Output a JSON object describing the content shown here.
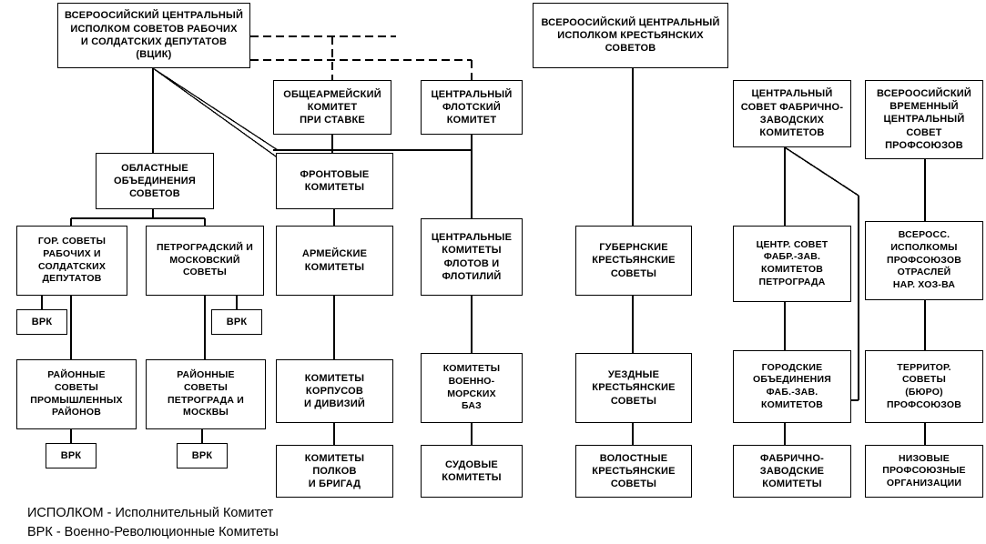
{
  "diagram": {
    "title_implicit": "Структура Советов и комитетов",
    "legend": {
      "line1": "ИСПОЛКОМ - Исполнительный Комитет",
      "line2": "ВРК - Военно-Революционные Комитеты"
    },
    "colors": {
      "background": "#ffffff",
      "box_border": "#000000",
      "connector": "#000000",
      "text": "#000000"
    },
    "nodes": [
      {
        "id": "vcik",
        "label": "ВСЕРООСИЙСКИЙ ЦЕНТРАЛЬНЫЙ\nИСПОЛКОМ СОВЕТОВ РАБОЧИХ\nИ СОЛДАТСКИХ ДЕПУТАТОВ\n(ВЦИК)"
      },
      {
        "id": "vcik-krest",
        "label": "ВСЕРООСИЙСКИЙ ЦЕНТРАЛЬНЫЙ\nИСПОЛКОМ КРЕСТЬЯНСКИХ\nСОВЕТОВ"
      },
      {
        "id": "obshchearm",
        "label": "ОБЩЕАРМЕЙСКИЙ\nКОМИТЕТ\nПРИ СТАВКЕ"
      },
      {
        "id": "centr-flot",
        "label": "ЦЕНТРАЛЬНЫЙ\nФЛОТСКИЙ\nКОМИТЕТ"
      },
      {
        "id": "centr-sovet-fzk",
        "label": "ЦЕНТРАЛЬНЫЙ\nСОВЕТ ФАБРИЧНО-\nЗАВОДСКИХ\nКОМИТЕТОВ"
      },
      {
        "id": "vremen-profsoyuz",
        "label": "ВСЕРООСИЙСКИЙ\nВРЕМЕННЫЙ\nЦЕНТРАЛЬНЫЙ\nСОВЕТ\nПРОФСОЮЗОВ"
      },
      {
        "id": "oblastnye",
        "label": "ОБЛАСТНЫЕ\nОБЪЕДИНЕНИЯ\nСОВЕТОВ"
      },
      {
        "id": "frontovye",
        "label": "ФРОНТОВЫЕ\nКОМИТЕТЫ"
      },
      {
        "id": "gor-sovety",
        "label": "ГОР. СОВЕТЫ\nРАБОЧИХ И\nСОЛДАТСКИХ\nДЕПУТАТОВ"
      },
      {
        "id": "petr-mosk",
        "label": "ПЕТРОГРАДСКИЙ И\nМОСКОВСКИЙ\nСОВЕТЫ"
      },
      {
        "id": "armeyskie",
        "label": "АРМЕЙСКИЕ\nКОМИТЕТЫ"
      },
      {
        "id": "centr-flot-kom",
        "label": "ЦЕНТРАЛЬНЫЕ\nКОМИТЕТЫ\nФЛОТОВ И\nФЛОТИЛИЙ"
      },
      {
        "id": "gubernskie",
        "label": "ГУБЕРНСКИЕ\nКРЕСТЬЯНСКИЕ\nСОВЕТЫ"
      },
      {
        "id": "centr-sovet-ptg",
        "label": "ЦЕНТР. СОВЕТ\nФАБР.-ЗАВ.\nКОМИТЕТОВ\nПЕТРОГРАДА"
      },
      {
        "id": "vseross-ispolk",
        "label": "ВСЕРОСС.\nИСПОЛКОМЫ\nПРОФСОЮЗОВ\nОТРАСЛЕЙ\nНАР. ХОЗ-ВА"
      },
      {
        "id": "vrk-1",
        "label": "ВРК"
      },
      {
        "id": "vrk-2",
        "label": "ВРК"
      },
      {
        "id": "rayon-prom",
        "label": "РАЙОННЫЕ\nСОВЕТЫ\nПРОМЫШЛЕННЫХ\nРАЙОНОВ"
      },
      {
        "id": "rayon-ptg-msk",
        "label": "РАЙОННЫЕ\nСОВЕТЫ\nПЕТРОГРАДА И\nМОСКВЫ"
      },
      {
        "id": "kom-korp",
        "label": "КОМИТЕТЫ\nКОРПУСОВ\nИ ДИВИЗИЙ"
      },
      {
        "id": "kom-vmb",
        "label": "КОМИТЕТЫ\nВОЕННО-МОРСКИХ\nБАЗ"
      },
      {
        "id": "uezdnye",
        "label": "УЕЗДНЫЕ\nКРЕСТЬЯНСКИЕ\nСОВЕТЫ"
      },
      {
        "id": "gorodskie-fzk",
        "label": "ГОРОДСКИЕ\nОБЪЕДИНЕНИЯ\nФАБ.-ЗАВ.\nКОМИТЕТОВ"
      },
      {
        "id": "territor",
        "label": "ТЕРРИТОР.\nСОВЕТЫ\n(БЮРО)\nПРОФСОЮЗОВ"
      },
      {
        "id": "vrk-3",
        "label": "ВРК"
      },
      {
        "id": "vrk-4",
        "label": "ВРК"
      },
      {
        "id": "kom-polk",
        "label": "КОМИТЕТЫ\nПОЛКОВ\nИ БРИГАД"
      },
      {
        "id": "sudovye",
        "label": "СУДОВЫЕ\nКОМИТЕТЫ"
      },
      {
        "id": "volostnye",
        "label": "ВОЛОСТНЫЕ\nКРЕСТЬЯНСКИЕ\nСОВЕТЫ"
      },
      {
        "id": "fabrichno-zav",
        "label": "ФАБРИЧНО-\nЗАВОДСКИЕ\nКОМИТЕТЫ"
      },
      {
        "id": "nizovye",
        "label": "НИЗОВЫЕ\nПРОФСОЮЗНЫЕ\nОРГАНИЗАЦИИ"
      }
    ]
  }
}
